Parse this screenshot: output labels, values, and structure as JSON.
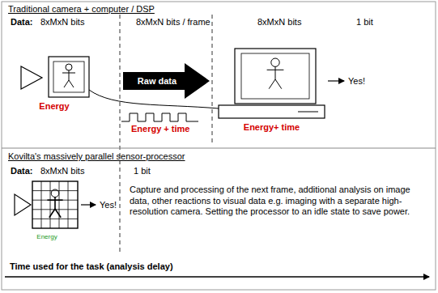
{
  "diagram": {
    "nodes": [
      {
        "text": [
          "Energy"
        ]
      },
      {
        "text": [
          "Energy+ time"
        ]
      },
      {
        "text": [
          "Energy"
        ]
      }
    ],
    "edges": [
      {
        "from": 0,
        "to": 1,
        "arrow": "none"
      }
    ],
    "labels": [
      "Traditional camera + computer / DSP",
      "Data:",
      "8xMxN bits",
      "8xMxN bits / frame",
      "8xMxN bits",
      "1 bit",
      "Raw data",
      "Energy + time",
      "Yes!",
      "Kovilta's massively parallel sensor-processor",
      "Data:",
      "8xMxN bits",
      "1 bit",
      "Yes!",
      "Capture and processing of the next frame, additional analysis on image data, other reactions to visual data e.g. imaging with a separate high-resolution camera. Setting the processor to an idle state to save power.",
      "Time used for the task (analysis delay)"
    ]
  }
}
